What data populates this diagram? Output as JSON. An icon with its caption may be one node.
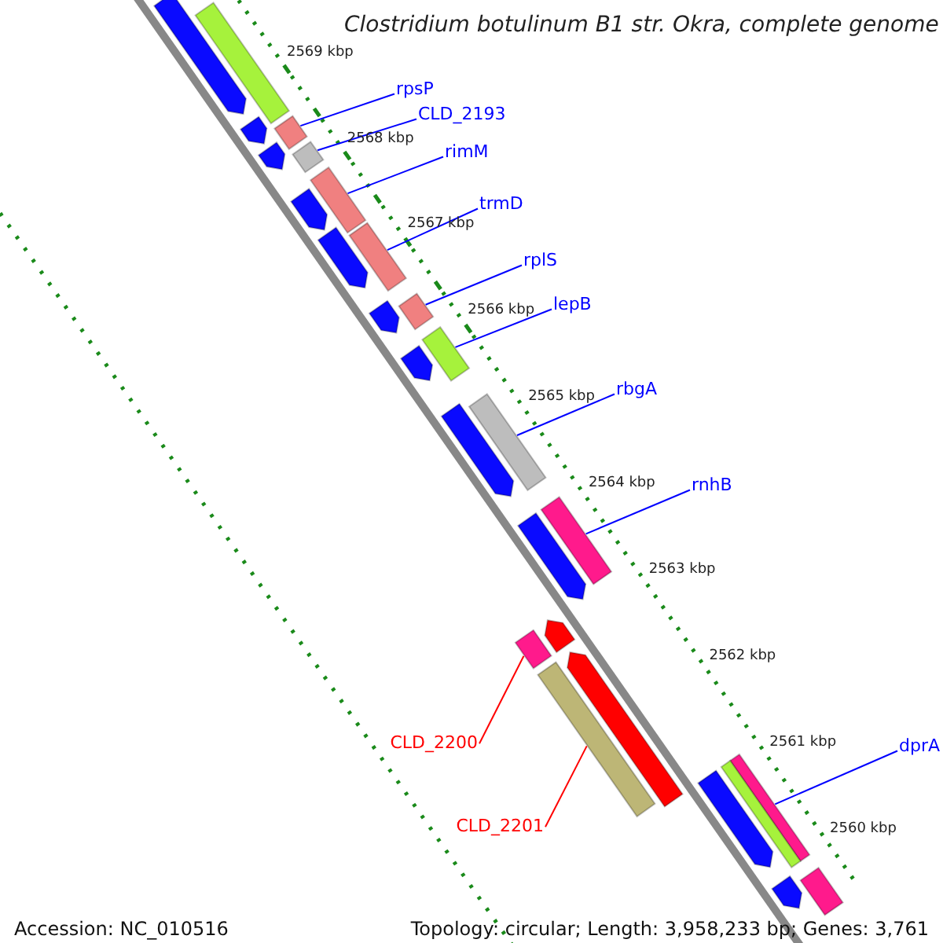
{
  "diagram": {
    "title": "Clostridium botulinum B1 str. Okra, complete genome",
    "nodes": [
      {
        "text": [
          "rpsP"
        ]
      },
      {
        "text": [
          "CLD_2193"
        ]
      },
      {
        "text": [
          "rimM"
        ]
      },
      {
        "text": [
          "trmD"
        ]
      },
      {
        "text": [
          "rplS"
        ]
      },
      {
        "text": [
          "lepB"
        ]
      },
      {
        "text": [
          "rbgA"
        ]
      },
      {
        "text": [
          "rnhB"
        ]
      },
      {
        "text": [
          "CLD_2200"
        ]
      },
      {
        "text": [
          "CLD_2201"
        ]
      },
      {
        "text": [
          "dprA"
        ]
      },
      {
        "text": [],
        "shape": "bar"
      },
      {
        "text": [],
        "shape": "bar"
      },
      {
        "text": [],
        "shape": "bar"
      },
      {
        "text": [],
        "shape": "bar"
      },
      {
        "text": [],
        "shape": "bar"
      },
      {
        "text": [],
        "shape": "bar"
      },
      {
        "text": [],
        "shape": "bar"
      },
      {
        "text": [],
        "shape": "bar"
      },
      {
        "text": [],
        "shape": "bar"
      },
      {
        "text": [],
        "shape": "bar"
      },
      {
        "text": [],
        "shape": "bar"
      },
      {
        "text": [],
        "shape": "bar"
      },
      {
        "text": [],
        "shape": "arrow"
      },
      {
        "text": [],
        "shape": "arrow"
      },
      {
        "text": [],
        "shape": "arrow"
      },
      {
        "text": [],
        "shape": "arrow"
      },
      {
        "text": [],
        "shape": "arrow"
      },
      {
        "text": [],
        "shape": "arrow"
      },
      {
        "text": [],
        "shape": "arrow"
      },
      {
        "text": [],
        "shape": "arrow"
      },
      {
        "text": [],
        "shape": "arrow"
      },
      {
        "text": [],
        "shape": "arrow"
      },
      {
        "text": [],
        "shape": "arrow"
      },
      {
        "text": [],
        "shape": "arrow"
      },
      {
        "text": [],
        "shape": "bar"
      },
      {
        "text": [],
        "shape": "arrow"
      },
      {
        "text": [],
        "shape": "bar"
      }
    ],
    "edges": [
      {
        "from": 0,
        "to": 11,
        "arrow": "none"
      },
      {
        "from": 1,
        "to": 12,
        "arrow": "none"
      },
      {
        "from": 2,
        "to": 13,
        "arrow": "none"
      },
      {
        "from": 3,
        "to": 14,
        "arrow": "none"
      },
      {
        "from": 4,
        "to": 15,
        "arrow": "none"
      },
      {
        "from": 5,
        "to": 16,
        "arrow": "none"
      },
      {
        "from": 6,
        "to": 17,
        "arrow": "none"
      },
      {
        "from": 7,
        "to": 18,
        "arrow": "none"
      },
      {
        "from": 8,
        "to": 19,
        "arrow": "none",
        "color": "#ff0000"
      },
      {
        "from": 9,
        "to": 20,
        "arrow": "none",
        "color": "#ff0000"
      },
      {
        "from": 10,
        "to": 21,
        "arrow": "none"
      }
    ],
    "labels": [
      "2569 kbp",
      "2568 kbp",
      "2567 kbp",
      "2566 kbp",
      "2565 kbp",
      "2564 kbp",
      "2563 kbp",
      "2562 kbp",
      "2561 kbp",
      "2560 kbp",
      "Accession: NC_010516",
      "Topology: circular; Length: 3,958,233 bp; Genes: 3,761"
    ]
  }
}
